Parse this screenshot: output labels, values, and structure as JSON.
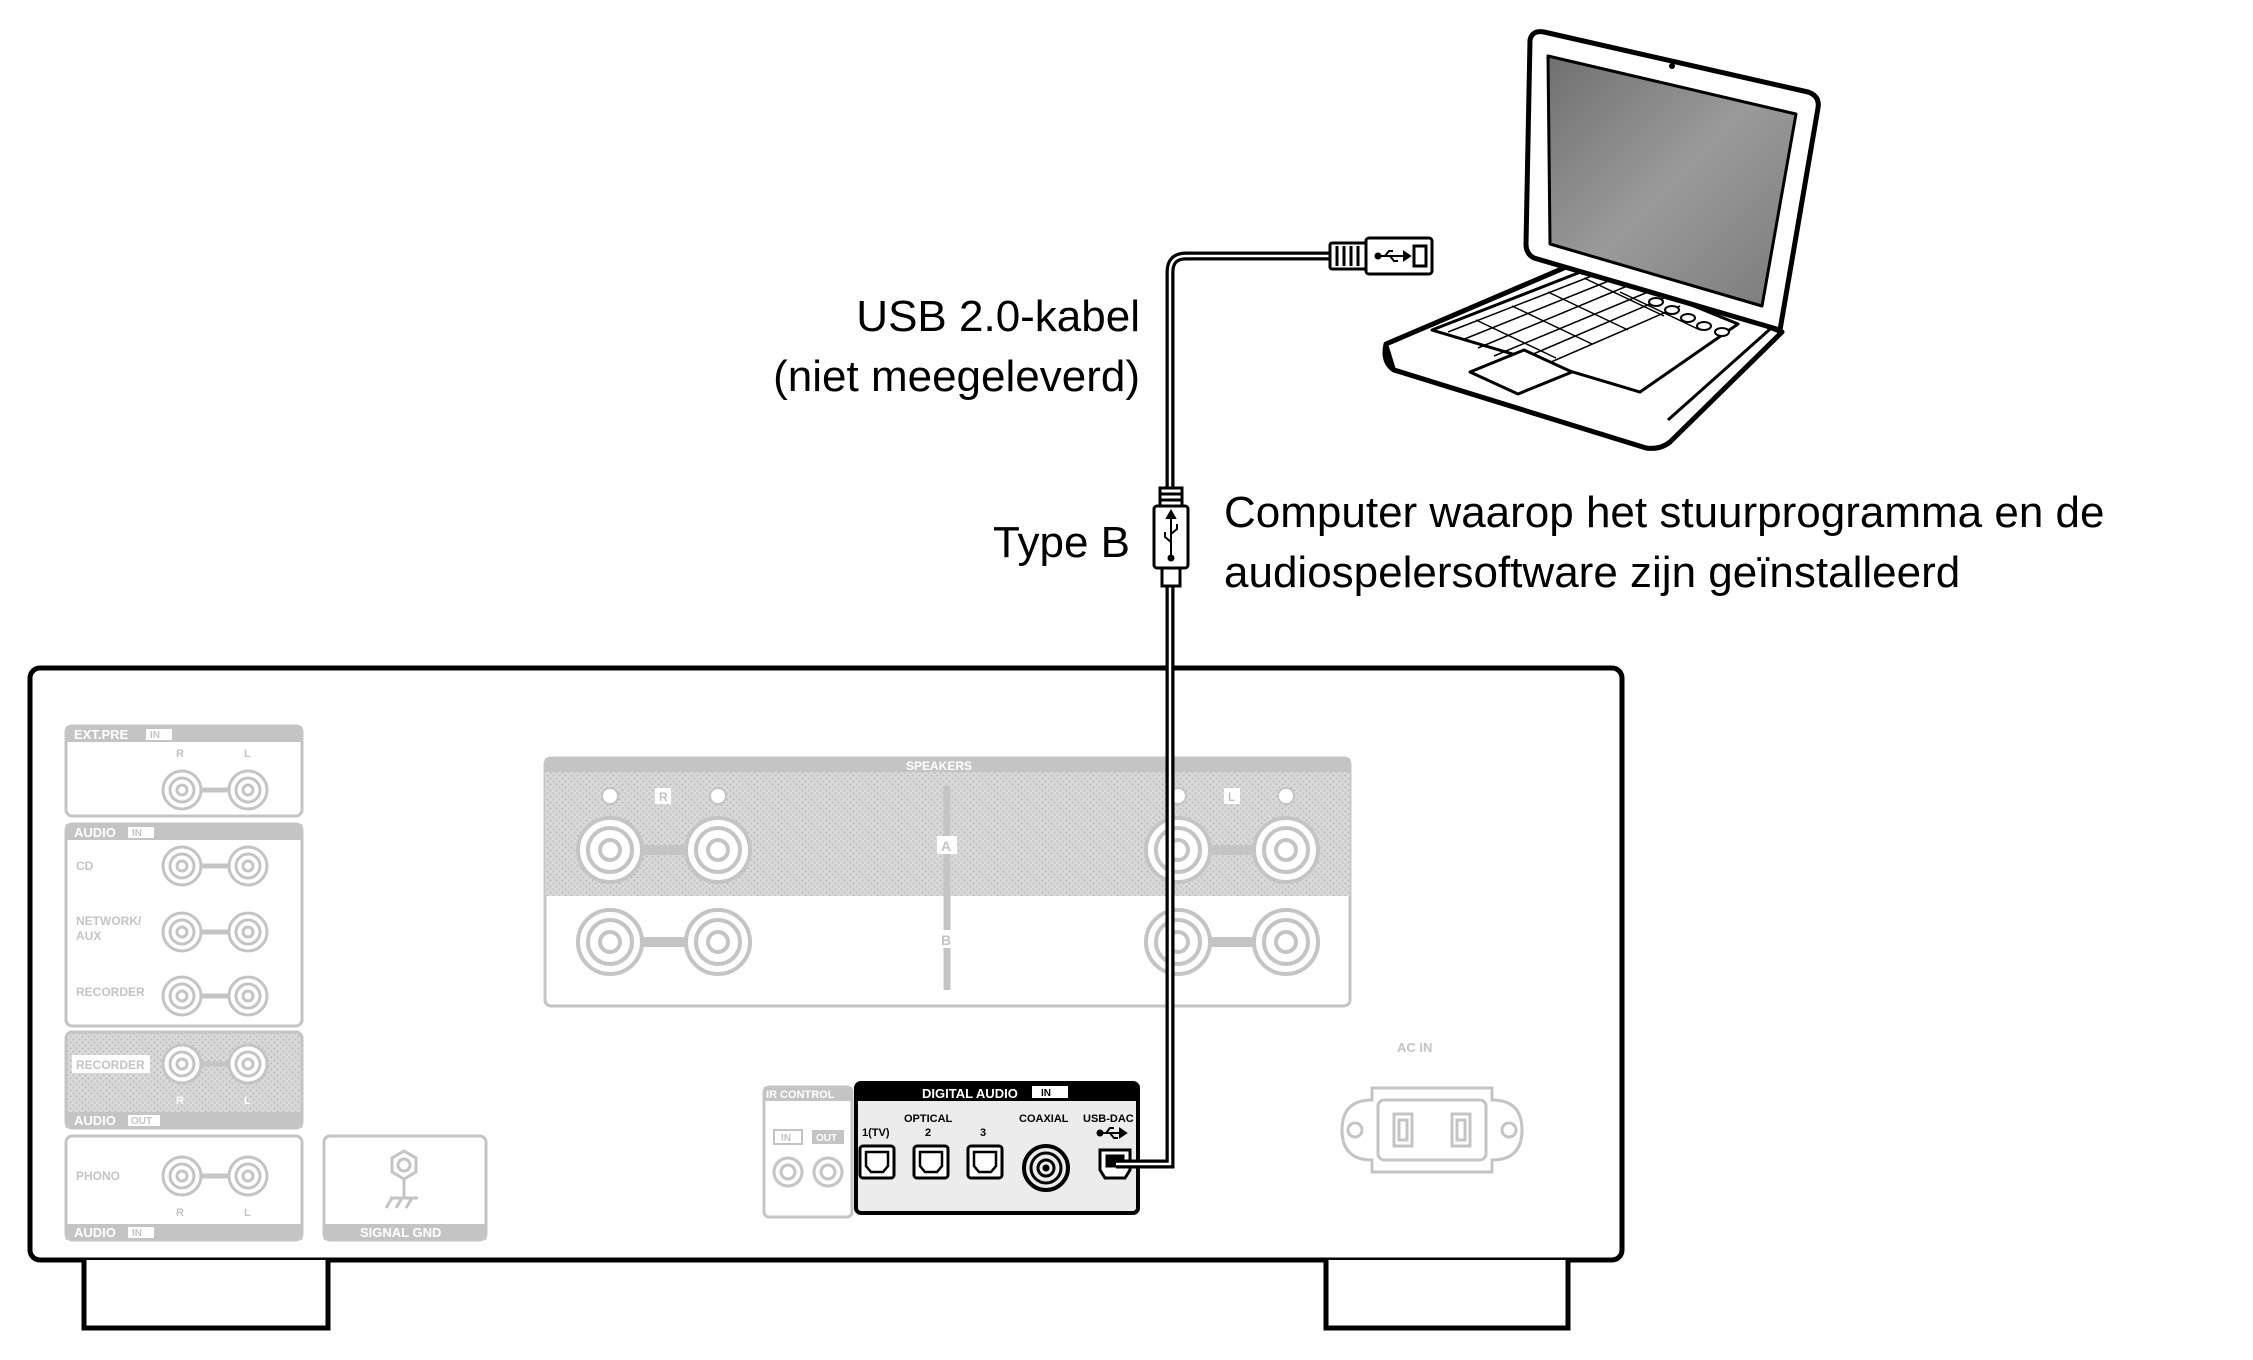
{
  "callouts": {
    "cable_line1": "USB 2.0-kabel",
    "cable_line2": "(niet meegeleverd)",
    "connector": "Type B",
    "computer_line1": "Computer waarop het stuurprogramma en de",
    "computer_line2": "audiospelersoftware zijn geïnstalleerd"
  },
  "panel": {
    "ext_pre": "EXT.PRE",
    "in": "IN",
    "out": "OUT",
    "r": "R",
    "l": "L",
    "audio": "AUDIO",
    "cd": "CD",
    "network": "NETWORK/",
    "aux": "AUX",
    "recorder": "RECORDER",
    "phono": "PHONO",
    "signal_gnd": "SIGNAL GND",
    "speakers": "SPEAKERS",
    "a": "A",
    "b": "B",
    "ir_control": "IR CONTROL",
    "digital_audio": "DIGITAL AUDIO",
    "optical": "OPTICAL",
    "opt1": "1(TV)",
    "opt2": "2",
    "opt3": "3",
    "coaxial": "COAXIAL",
    "usb_dac": "USB-DAC",
    "ac_in": "AC IN"
  },
  "colors": {
    "line": "#000000",
    "faded": "#c4c4c4",
    "faded_text": "#ffffff",
    "screen": "#8a8a8a",
    "highlight_panel": "#ececec"
  },
  "icons": [
    "usb-symbol-icon",
    "laptop-icon",
    "ground-symbol-icon",
    "power-inlet-icon"
  ]
}
